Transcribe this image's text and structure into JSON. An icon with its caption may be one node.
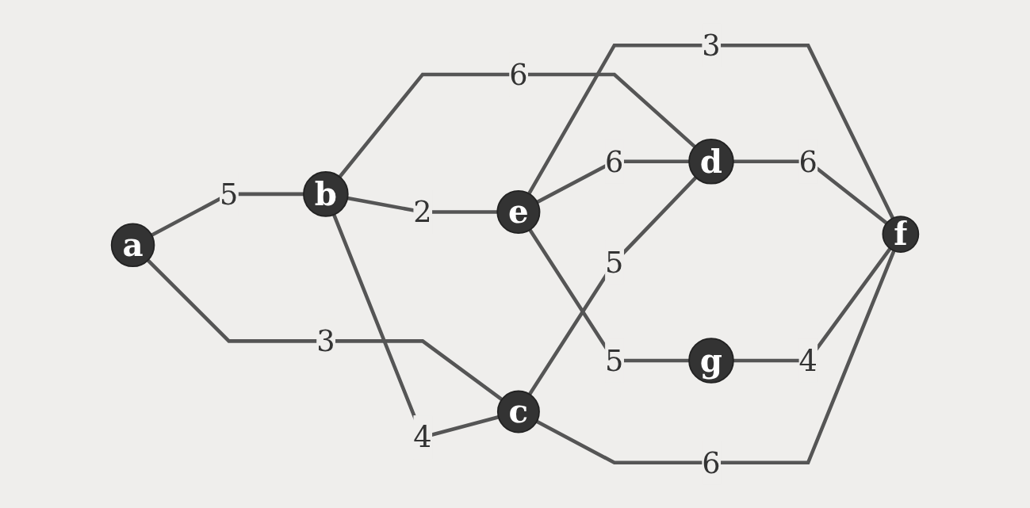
{
  "diagram": {
    "nodes": [
      {
        "text": [
          "a"
        ]
      },
      {
        "text": [
          "b"
        ]
      },
      {
        "text": [
          "c"
        ]
      },
      {
        "text": [
          "d"
        ]
      },
      {
        "text": [
          "e"
        ]
      },
      {
        "text": [
          "f"
        ]
      },
      {
        "text": [
          "g"
        ]
      }
    ],
    "edges": [
      {
        "from": 0,
        "to": 1,
        "arrow": "none",
        "label": "5"
      },
      {
        "from": 0,
        "to": 2,
        "arrow": "none",
        "label": "3"
      },
      {
        "from": 1,
        "to": 4,
        "arrow": "none",
        "label": "2"
      },
      {
        "from": 1,
        "to": 2,
        "arrow": "none",
        "label": "4"
      },
      {
        "from": 1,
        "to": 3,
        "arrow": "none",
        "label": "6"
      },
      {
        "from": 4,
        "to": 3,
        "arrow": "none",
        "label": "6"
      },
      {
        "from": 2,
        "to": 3,
        "arrow": "none",
        "label": "5"
      },
      {
        "from": 4,
        "to": 5,
        "arrow": "none",
        "label": "3"
      },
      {
        "from": 4,
        "to": 6,
        "arrow": "none",
        "label": "5"
      },
      {
        "from": 3,
        "to": 5,
        "arrow": "none",
        "label": "6"
      },
      {
        "from": 6,
        "to": 5,
        "arrow": "none",
        "label": "4"
      },
      {
        "from": 2,
        "to": 5,
        "arrow": "none",
        "label": "6"
      }
    ]
  }
}
